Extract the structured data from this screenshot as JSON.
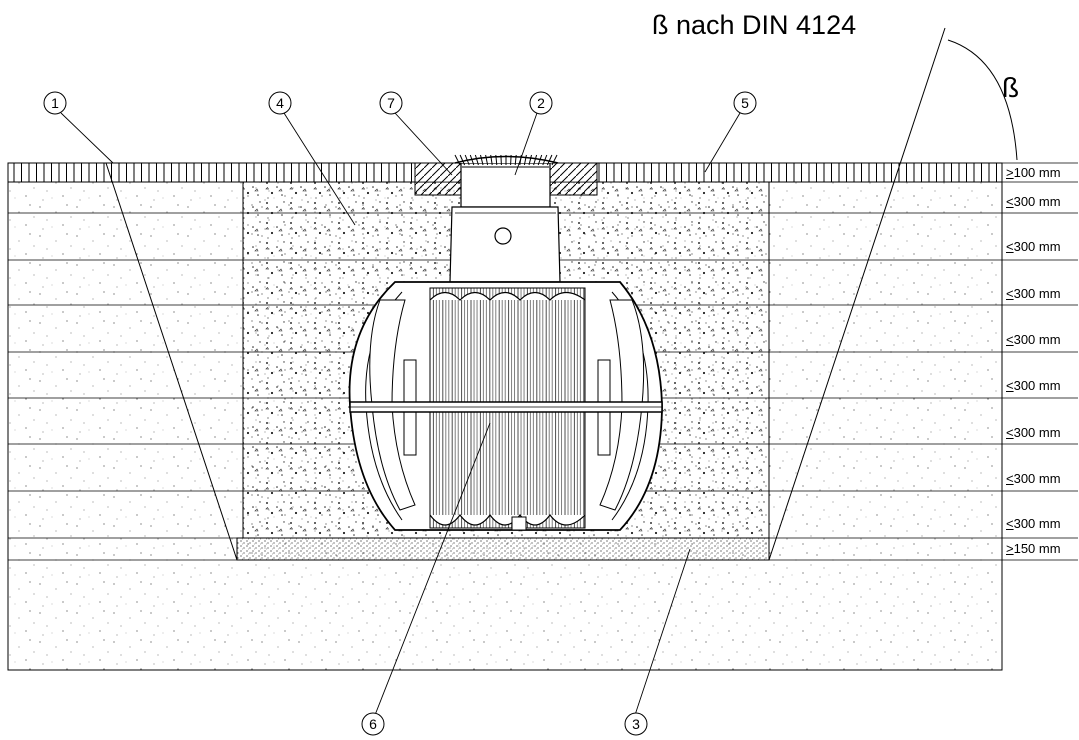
{
  "title": "ß nach DIN  4124",
  "angle_label": "ß",
  "callouts": [
    "1",
    "2",
    "3",
    "4",
    "5",
    "6",
    "7"
  ],
  "layers": [
    {
      "op": ">",
      "value": "100 mm"
    },
    {
      "op": "<",
      "value": "300 mm"
    },
    {
      "op": "<",
      "value": "300 mm"
    },
    {
      "op": "<",
      "value": "300 mm"
    },
    {
      "op": "<",
      "value": "300 mm"
    },
    {
      "op": "<",
      "value": "300 mm"
    },
    {
      "op": "<",
      "value": "300 mm"
    },
    {
      "op": "<",
      "value": "300 mm"
    },
    {
      "op": "<",
      "value": "300 mm"
    },
    {
      "op": ">",
      "value": "150 mm"
    }
  ]
}
